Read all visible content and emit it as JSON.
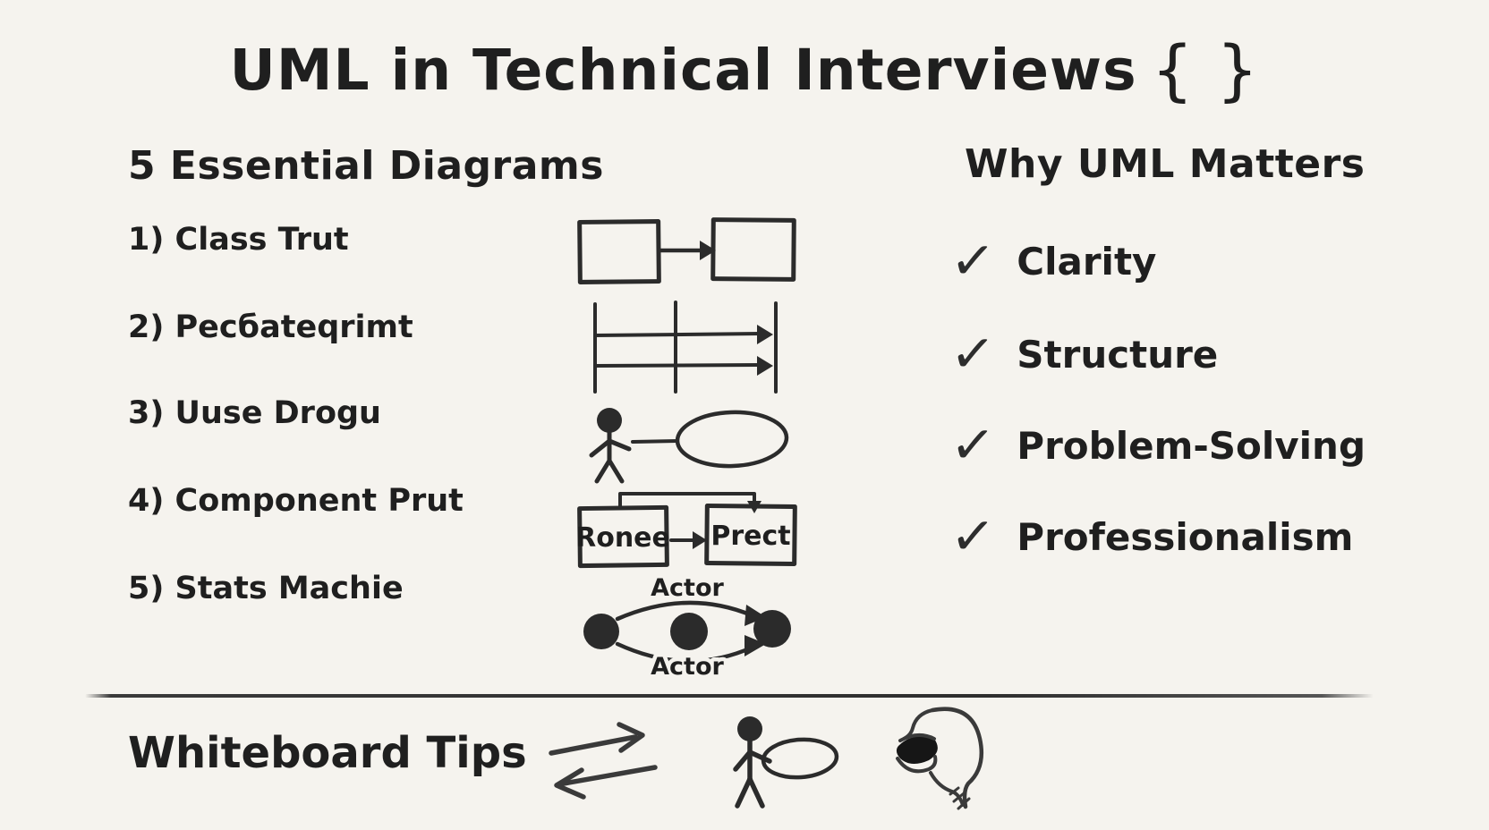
{
  "title": {
    "text": "UML in Technical Interviews",
    "braces": "{ }"
  },
  "left_panel": {
    "heading": "5 Essential Diagrams",
    "items": [
      {
        "label": "1) Class Trut"
      },
      {
        "label": "2) Pecбateqrimt"
      },
      {
        "label": "3) Uuse Drogu"
      },
      {
        "label": "4) Component Prut"
      },
      {
        "label": "5) Stats Machie"
      }
    ]
  },
  "diagrams": {
    "component": {
      "box1_label": "Ronee",
      "box2_label": "Prect"
    },
    "state_machine": {
      "top_label": "Actor",
      "bottom_label": "Actor"
    }
  },
  "right_panel": {
    "heading": "Why UML Matters",
    "check_icon": "✓",
    "items": [
      {
        "label": "Clarity"
      },
      {
        "label": "Structure"
      },
      {
        "label": "Problem-Solving"
      },
      {
        "label": "Professionalism"
      }
    ]
  },
  "footer": {
    "heading": "Whiteboard Tips"
  },
  "colors": {
    "background": "#f5f3ee",
    "ink": "#1f1f1f"
  }
}
